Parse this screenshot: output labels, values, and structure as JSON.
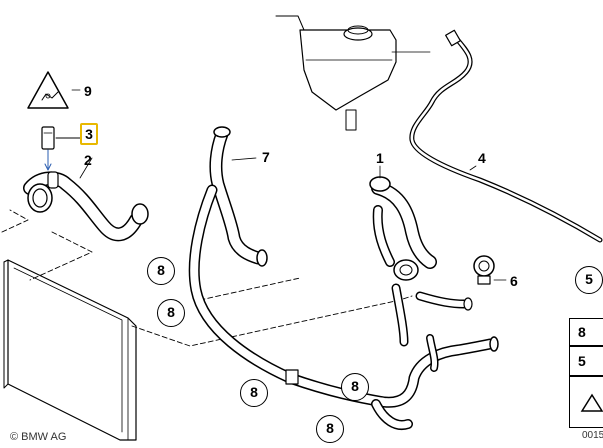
{
  "callouts": {
    "c1": "1",
    "c2": "2",
    "c3": "3",
    "c4": "4",
    "c5": "5",
    "c6": "6",
    "c7": "7",
    "c8": "8",
    "c9": "9"
  },
  "side_panel": {
    "top": "5",
    "row1": "8",
    "row2": "5"
  },
  "footer": {
    "brand": "BMW AG",
    "code": "0015"
  }
}
